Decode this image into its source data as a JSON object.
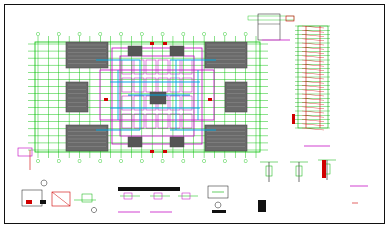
{
  "viewer": {
    "background": "#ffffff",
    "sheet_border_color": "#111111",
    "canvas_background": "#ffffff"
  },
  "layers": {
    "grid_lines": "#00c000",
    "walls": "#c000c0",
    "pipes": "#00a8e0",
    "hatch": "#4a4a4a",
    "annotations": "#d00000",
    "detail_lines": "#00b000"
  },
  "drawing": {
    "main_plan": {
      "tower_blocks": 4,
      "axis_lines_horizontal": 16,
      "axis_lines_vertical": 22
    },
    "riser_diagram": {
      "floors": 24
    },
    "section_details": 4,
    "legend_blocks": 6
  }
}
